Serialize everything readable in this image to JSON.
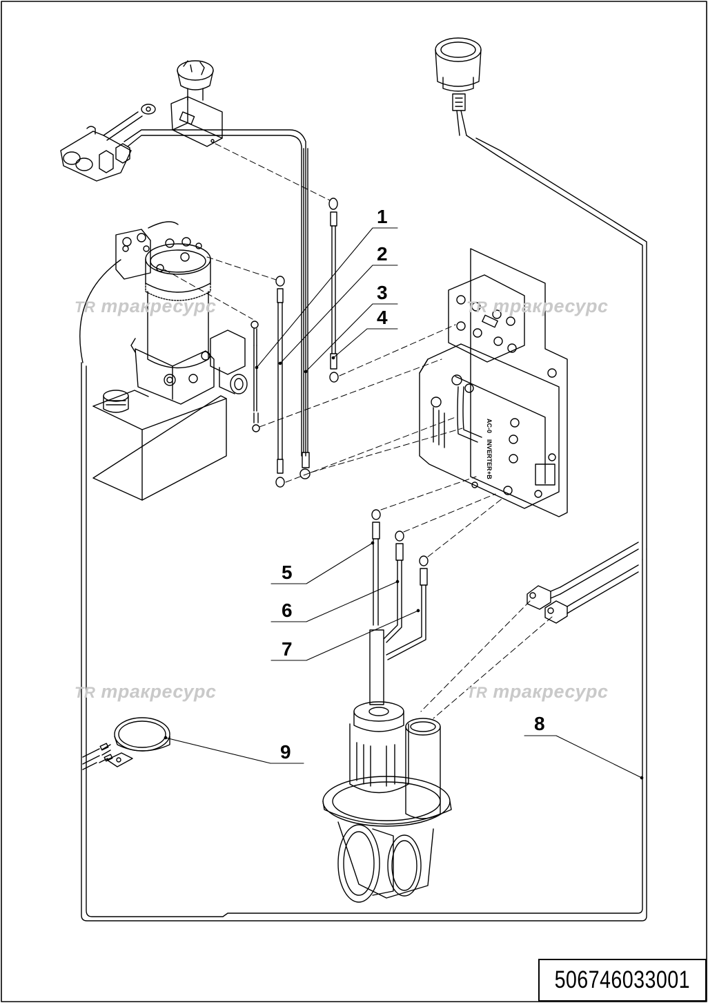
{
  "watermark": {
    "logo": "TR",
    "text": "тракресурс"
  },
  "callouts": {
    "c1": "1",
    "c2": "2",
    "c3": "3",
    "c4": "4",
    "c5": "5",
    "c6": "6",
    "c7": "7",
    "c8": "8",
    "c9": "9"
  },
  "controller": {
    "labels": [
      "AC-0",
      "INVERTER",
      "+B"
    ]
  },
  "drawing_number": "506746033001"
}
